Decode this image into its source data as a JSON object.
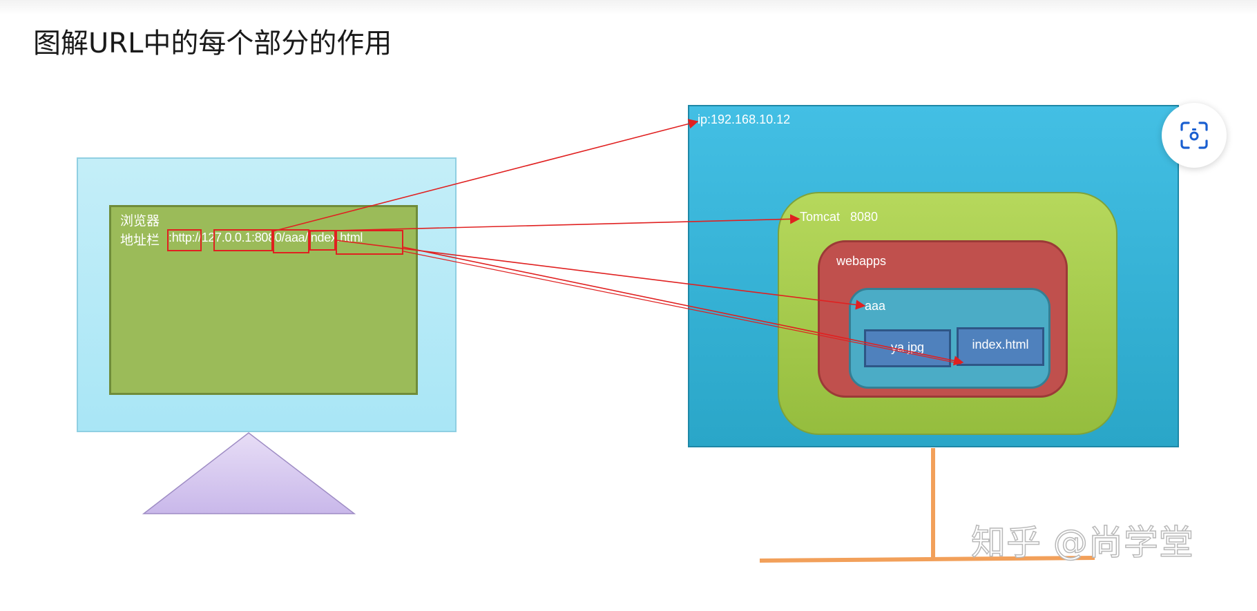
{
  "page": {
    "title": "图解URL中的每个部分的作用",
    "watermark": "知乎 @尚学堂"
  },
  "browser": {
    "label": "浏览器",
    "address_label": "地址栏",
    "url": ":http://127.0.0.1:8080/aaa/index.html"
  },
  "server": {
    "ip": "ip:192.168.10.12",
    "tomcat": "Tomcat   8080",
    "webapps": "webapps",
    "folder": "aaa",
    "files": [
      "ya.jpg",
      "index.html"
    ]
  },
  "icons": {
    "lens": "image-search-icon"
  },
  "colors": {
    "arrow": "#e02020",
    "network_line": "#f2a05a",
    "server_bg": "#3bb3da",
    "tomcat_bg": "#a5c94b",
    "webapps_bg": "#c0504d",
    "folder_bg": "#4bacc6",
    "file_bg": "#4f81bd",
    "screen_bg": "#9bbb59",
    "monitor_bg": "#b5eaf7",
    "stand_bg": "#d2c4ec"
  }
}
